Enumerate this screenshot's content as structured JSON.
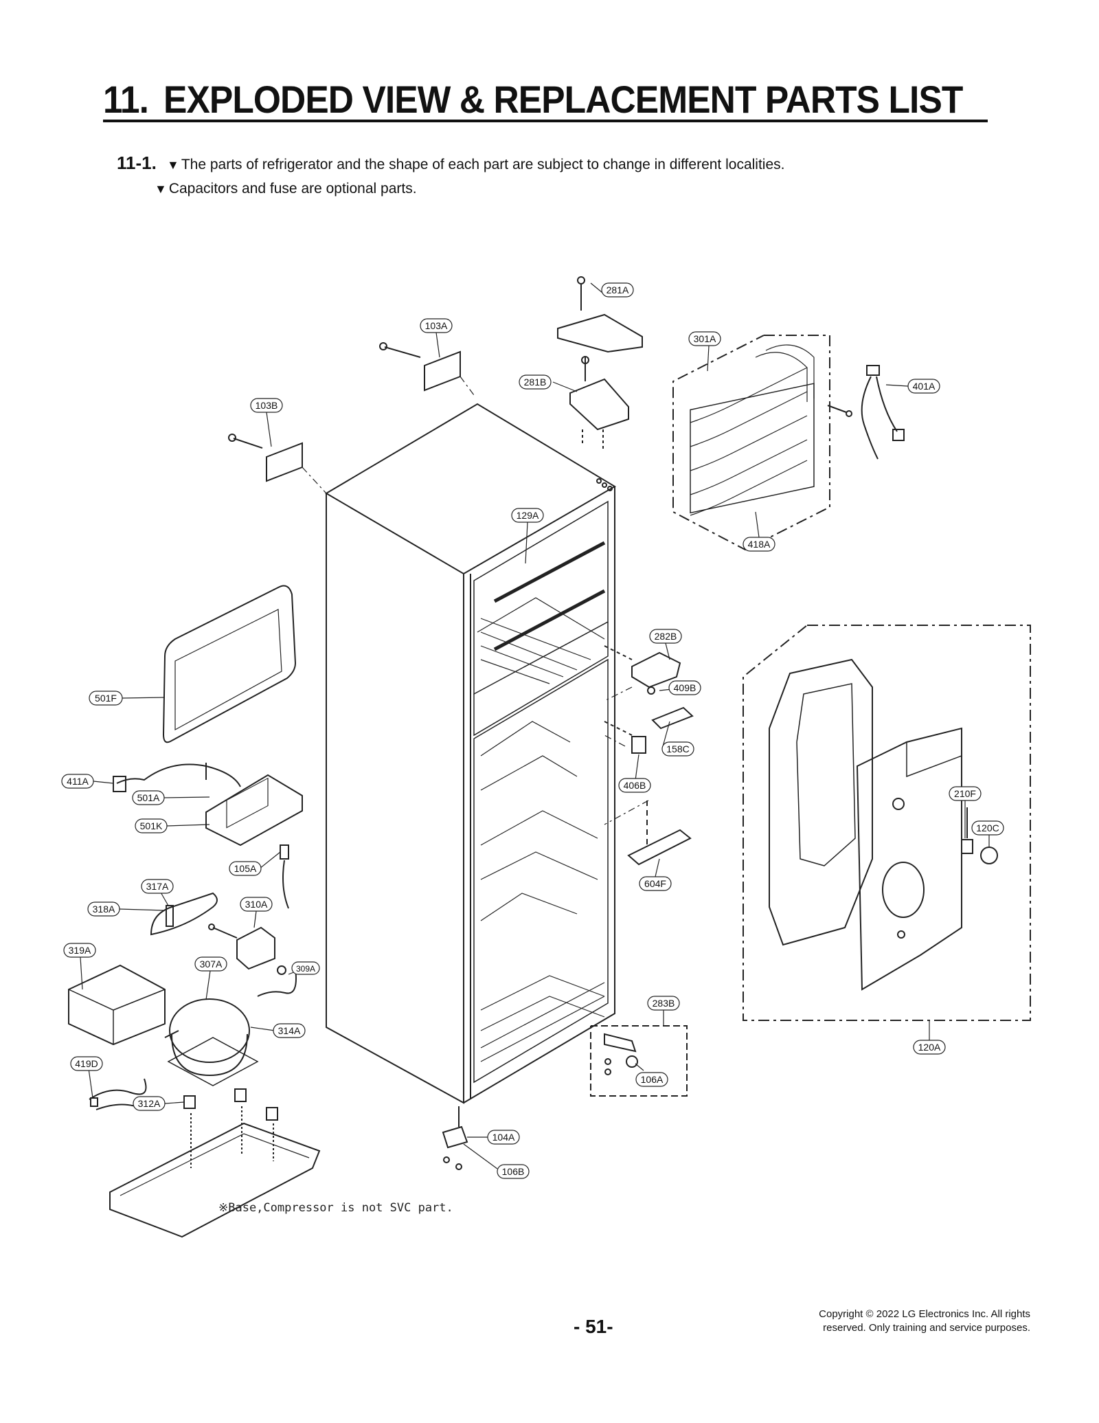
{
  "header": {
    "section_number": "11.",
    "title": "EXPLODED VIEW & REPLACEMENT PARTS LIST"
  },
  "subsection": {
    "number": "11-1.",
    "notes": [
      "The parts of refrigerator and the shape of each part are subject to change in different localities.",
      "Capacitors and fuse are optional parts."
    ],
    "note_marker": "▼"
  },
  "callouts": [
    "281A",
    "103A",
    "301A",
    "281B",
    "401A",
    "103B",
    "129A",
    "418A",
    "282B",
    "501F",
    "409B",
    "158C",
    "411A",
    "406B",
    "501A",
    "501K",
    "210F",
    "120C",
    "105A",
    "604F",
    "317A",
    "310A",
    "318A",
    "319A",
    "307A",
    "309A",
    "283B",
    "314A",
    "419D",
    "106A",
    "312A",
    "120A",
    "104A",
    "106B"
  ],
  "footnote": "※Base,Compressor is not SVC part.",
  "page_number": "- 51-",
  "copyright": {
    "line1": "Copyright © 2022 LG Electronics Inc. All rights",
    "line2": "reserved. Only training and service purposes."
  }
}
